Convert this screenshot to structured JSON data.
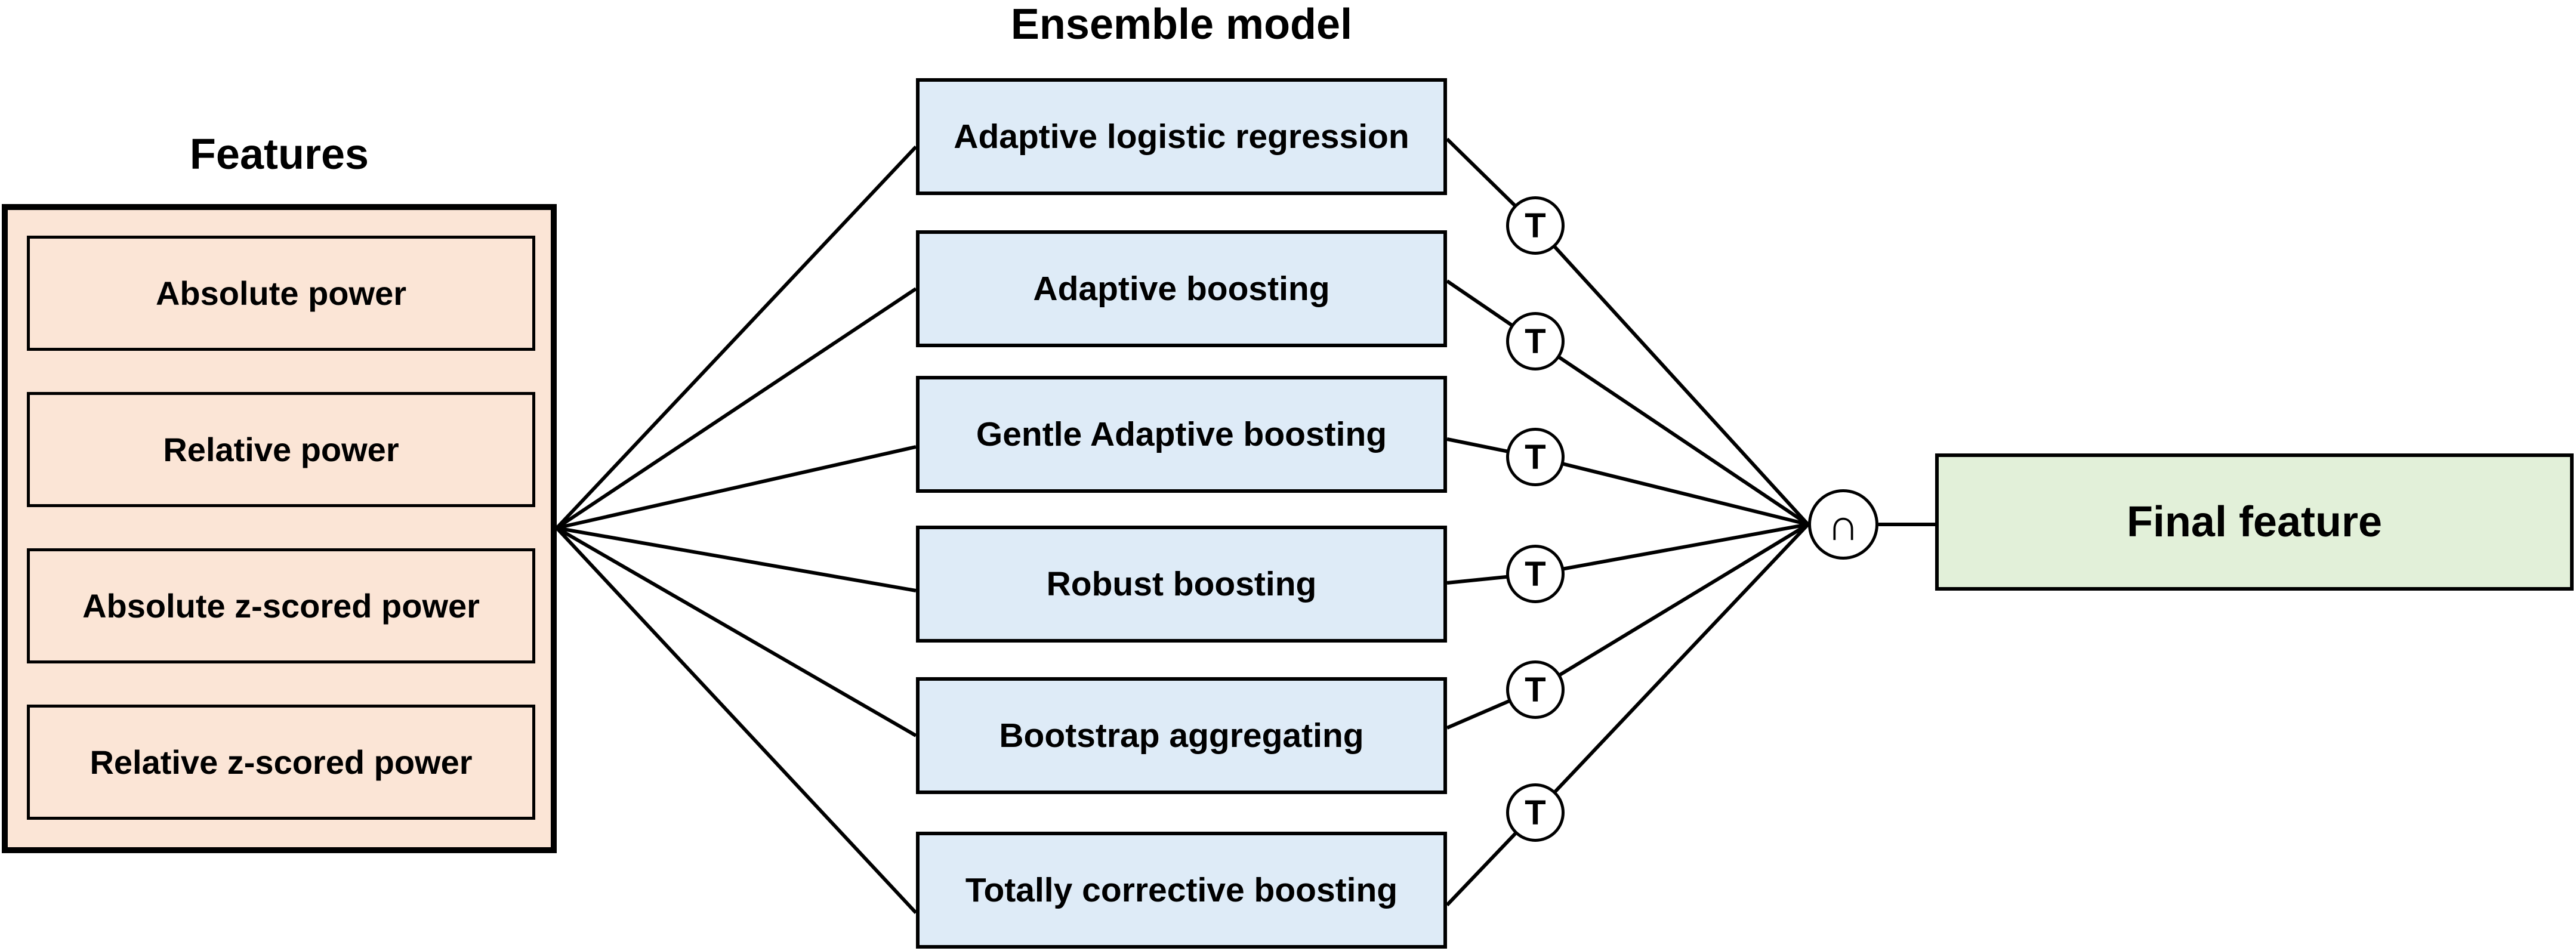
{
  "headings": {
    "features": "Features",
    "ensemble": "Ensemble model"
  },
  "features": [
    "Absolute power",
    "Relative power",
    "Absolute z-scored power",
    "Relative z-scored power"
  ],
  "models": [
    "Adaptive logistic regression",
    "Adaptive boosting",
    "Gentle Adaptive boosting",
    "Robust boosting",
    "Bootstrap aggregating",
    "Totally corrective boosting"
  ],
  "threshold_symbol": "T",
  "intersection_symbol": "∩",
  "final": "Final feature",
  "colors": {
    "features_fill": "#fbe5d6",
    "model_fill": "#deebf7",
    "final_fill": "#e2f0d9"
  }
}
